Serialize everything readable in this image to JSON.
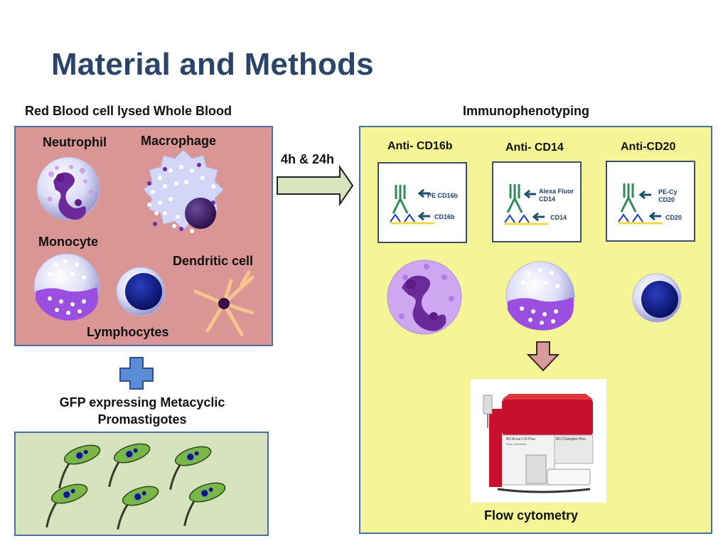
{
  "title": "Material and Methods",
  "left": {
    "header": "Red Blood cell lysed Whole Blood",
    "cells": {
      "neutrophil": "Neutrophil",
      "macrophage": "Macrophage",
      "monocyte": "Monocyte",
      "dendritic": "Dendritic cell",
      "lymphocytes": "Lymphocytes"
    },
    "gfp_label_line1": "GFP expressing Metacyclic",
    "gfp_label_line2": "Promastigotes"
  },
  "arrow_label": "4h & 24h",
  "right": {
    "header": "Immunophenotyping",
    "antibodies": [
      {
        "title": "Anti- CD16b",
        "fluor_line1": "PE CD16b",
        "fluor_line2": "",
        "target": "CD16b"
      },
      {
        "title": "Anti- CD14",
        "fluor_line1": "Alexa Fluor",
        "fluor_line2": "CD14",
        "target": "CD14"
      },
      {
        "title": "Anti-CD20",
        "fluor_line1": "PE-Cy",
        "fluor_line2": "CD20",
        "target": "CD20"
      }
    ],
    "flow_label": "Flow cytometry",
    "machine_text": {
      "brand1": "BD Accuri C6 Plus",
      "brand2": "BD CSampler Plus",
      "sub": "Flow Cytometer"
    }
  },
  "colors": {
    "title": "#2a4568",
    "rbc_box": "#d99694",
    "gfp_box": "#d6e3bc",
    "imm_box": "#f5f597",
    "border": "#4a6fa5",
    "antibody": "#2e8b57",
    "antigen": "#1f3fbf",
    "membrane": "#f0d84a",
    "purple": "#8a3fd6",
    "navy": "#0a1a7a",
    "parasite": "#7ab648"
  }
}
